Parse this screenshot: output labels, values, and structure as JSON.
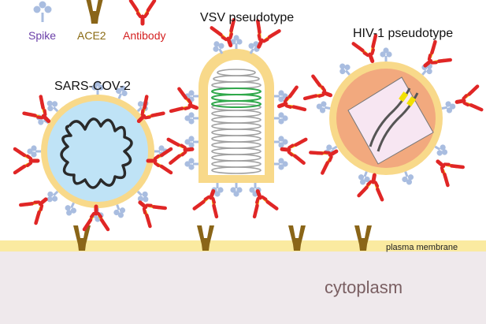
{
  "legend": {
    "spike": "Spike",
    "ace2": "ACE2",
    "antibody": "Antibody"
  },
  "labels": {
    "sars": "SARS-COV-2",
    "vsv": "VSV pseudotype",
    "hiv": "HIV-1 pseudotype",
    "membrane": "plasma membrane",
    "cytoplasm": "cytoplasm"
  },
  "colors": {
    "spike_text": "#6a3fa8",
    "ace2_text": "#8a6a12",
    "antibody_text": "#d42020",
    "spike": "#a9bde0",
    "ace2": "#8a6518",
    "antibody_red": "#e02626",
    "antibody_yellow": "#f2b400",
    "envelope": "#f8d98a",
    "sars_core": "#bfe3f6",
    "hiv_core": "#f2a97e",
    "membrane": "#faeaa0",
    "cytoplasm": "#efe9ec",
    "cytoplasm_text": "#7a5f62"
  }
}
